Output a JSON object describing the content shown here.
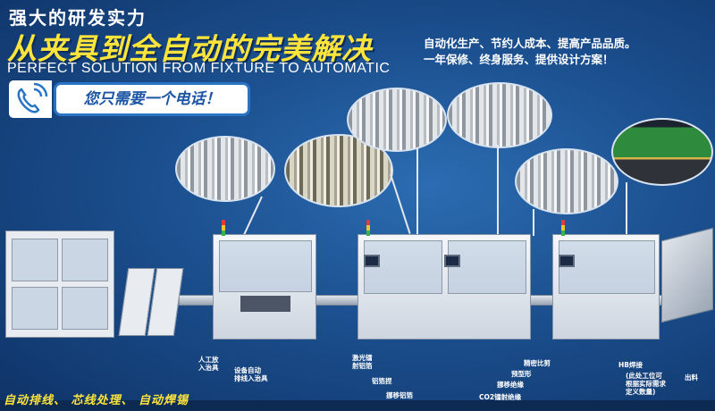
{
  "header": {
    "title_line1": "强大的研发实力",
    "title_line2": "从夹具到全自动的完美解决",
    "english_tagline": "PERFECT SOLUTION FROM FIXTURE TO AUTOMATIC",
    "slogan_line1": "自动化生产、节约人成本、提高产品品质。",
    "slogan_line2": "一年保修、终身服务、提供设计方案！"
  },
  "contact": {
    "icon": "phone-icon",
    "label": "您只需要一个电话！"
  },
  "callouts": {
    "manual_load": "人工放\n入治具",
    "auto_wire_in": "设备自动\n排线入治具",
    "laser_strip": "激光镭\n射铝箔",
    "foil_pinch": "铝箔捏",
    "foil_move": "挪移铝箔",
    "co2_insulation": "CO2镭射绝缘",
    "precise_pitch": "精密比剪",
    "pre_shape": "预型形",
    "move_insulation": "挪移绝缘",
    "hb_solder": "HB焊接",
    "hb_note": "(此处工位可\n根据实际需求\n定义数量)",
    "output": "出料"
  },
  "footer": {
    "caption": "自动排线、 芯线处理、 自动焊锡"
  },
  "colors": {
    "background": "#1b4f8e",
    "accent_yellow": "#ffe53b",
    "phone_blue": "#2a74c6"
  }
}
